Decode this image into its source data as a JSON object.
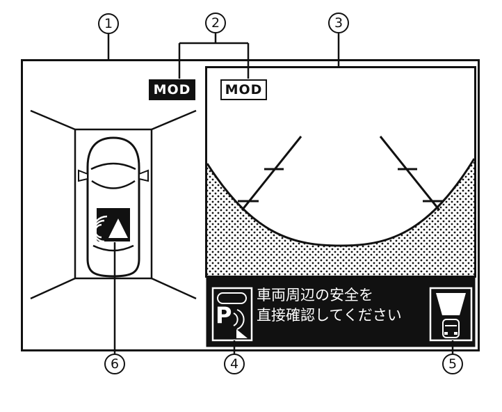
{
  "callouts": [
    {
      "label": "1"
    },
    {
      "label": "2"
    },
    {
      "label": "3"
    },
    {
      "label": "4"
    },
    {
      "label": "5"
    },
    {
      "label": "6"
    }
  ],
  "badges": {
    "left_mod": "MOD",
    "right_mod": "MOD"
  },
  "caution_bar": {
    "line1": "車両周辺の安全を",
    "line2": "直接確認してください",
    "parking_letter": "P"
  },
  "icons": {
    "mod_warning": "sonar-waves-with-warning-triangle",
    "parking_sonar": "parking-sensor-P-with-waves",
    "rear_camera_view": "camera-wedge-over-car-rear"
  },
  "colors": {
    "ink": "#111111",
    "paper": "#ffffff",
    "bar_bg": "#111111"
  }
}
